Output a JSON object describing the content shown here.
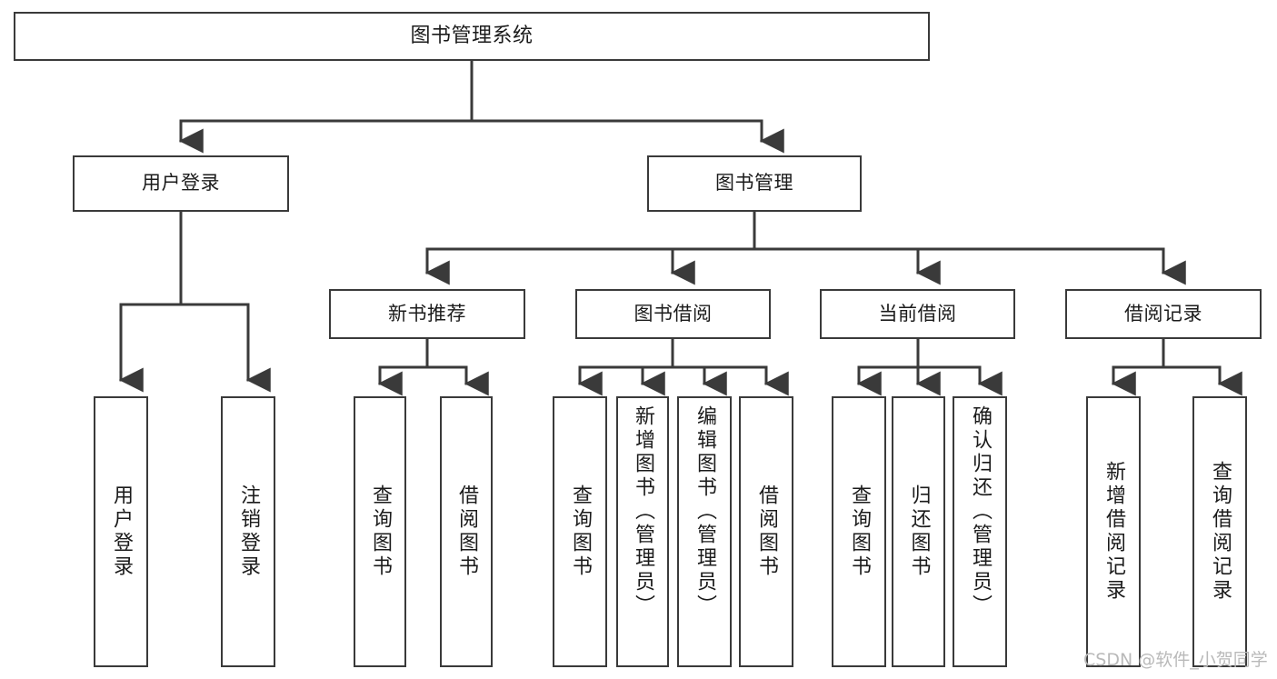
{
  "diagram": {
    "title": "图书管理系统",
    "type": "tree-hierarchy-diagram",
    "root": {
      "label": "图书管理系统"
    },
    "level1": [
      {
        "label": "用户登录"
      },
      {
        "label": "图书管理"
      }
    ],
    "level2": [
      {
        "label": "新书推荐"
      },
      {
        "label": "图书借阅"
      },
      {
        "label": "当前借阅"
      },
      {
        "label": "借阅记录"
      }
    ],
    "leaves": {
      "user_login": [
        {
          "label": "用户登录"
        },
        {
          "label": "注销登录"
        }
      ],
      "new_book_recommend": [
        {
          "label": "查询图书"
        },
        {
          "label": "借阅图书"
        }
      ],
      "book_borrow": [
        {
          "label": "查询图书"
        },
        {
          "label": "新增图书（管理员）"
        },
        {
          "label": "编辑图书（管理员）"
        },
        {
          "label": "借阅图书"
        }
      ],
      "current_borrow": [
        {
          "label": "查询图书"
        },
        {
          "label": "归还图书"
        },
        {
          "label": "确认归还（管理员）"
        }
      ],
      "borrow_record": [
        {
          "label": "新增借阅记录"
        },
        {
          "label": "查询借阅记录"
        }
      ]
    }
  },
  "watermark": {
    "text": "CSDN @软件_小贺同学"
  },
  "colors": {
    "box_border": "#3a3a3a",
    "box_fill": "#ffffff",
    "line": "#3a3a3a",
    "text": "#1b1b1b",
    "watermark": "#b9b9b9"
  }
}
